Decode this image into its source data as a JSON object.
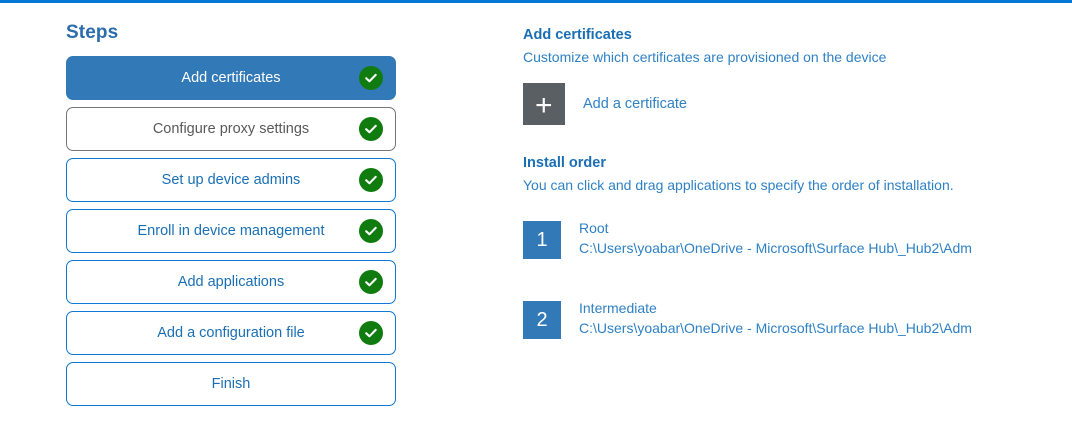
{
  "accent_color": "#0078d4",
  "active_step_color": "#3279b7",
  "complete_badge_color": "#107c10",
  "steps_panel": {
    "title": "Steps",
    "items": [
      {
        "label": "Add certificates",
        "state": "active",
        "completed": true
      },
      {
        "label": "Configure proxy settings",
        "state": "muted",
        "completed": true
      },
      {
        "label": "Set up device admins",
        "state": "default",
        "completed": true
      },
      {
        "label": "Enroll in device management",
        "state": "default",
        "completed": true
      },
      {
        "label": "Add applications",
        "state": "default",
        "completed": true
      },
      {
        "label": "Add a configuration file",
        "state": "default",
        "completed": true
      },
      {
        "label": "Finish",
        "state": "default",
        "completed": false
      }
    ]
  },
  "detail": {
    "heading": "Add certificates",
    "subheading": "Customize which certificates are provisioned on the device",
    "add_certificate": {
      "icon": "plus-icon",
      "glyph": "+",
      "label": "Add a certificate"
    },
    "install_order": {
      "heading": "Install order",
      "subheading": "You can click and drag applications to specify the order of installation.",
      "items": [
        {
          "number": "1",
          "name": "Root",
          "path": "C:\\Users\\yoabar\\OneDrive - Microsoft\\Surface Hub\\_Hub2\\Adm"
        },
        {
          "number": "2",
          "name": "Intermediate",
          "path": "C:\\Users\\yoabar\\OneDrive - Microsoft\\Surface Hub\\_Hub2\\Adm"
        }
      ]
    }
  }
}
